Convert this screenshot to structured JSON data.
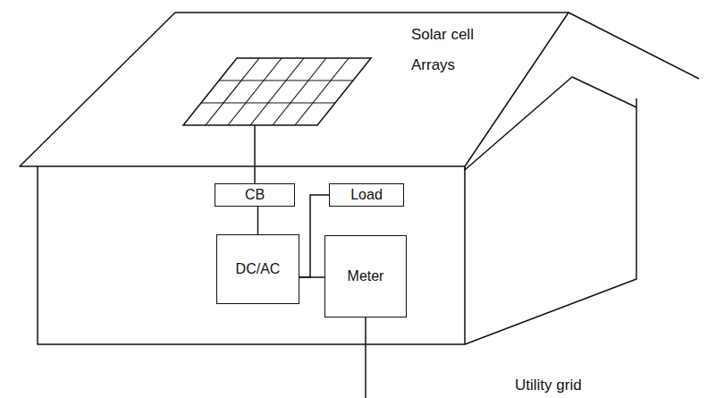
{
  "diagram": {
    "nodes": [
      {
        "text": [
          "Solar cell",
          "Arrays"
        ]
      },
      {
        "text": [
          "CB"
        ]
      },
      {
        "text": [
          "Load"
        ]
      },
      {
        "text": [
          "DC/AC"
        ]
      },
      {
        "text": [
          "Meter"
        ]
      }
    ],
    "edges": [
      {
        "from": 0,
        "to": 1,
        "arrow": "none"
      },
      {
        "from": 1,
        "to": 3,
        "arrow": "none"
      },
      {
        "from": 3,
        "to": 2,
        "arrow": "none"
      },
      {
        "from": 3,
        "to": 4,
        "arrow": "none"
      }
    ],
    "labels": [
      "Utility grid"
    ]
  }
}
